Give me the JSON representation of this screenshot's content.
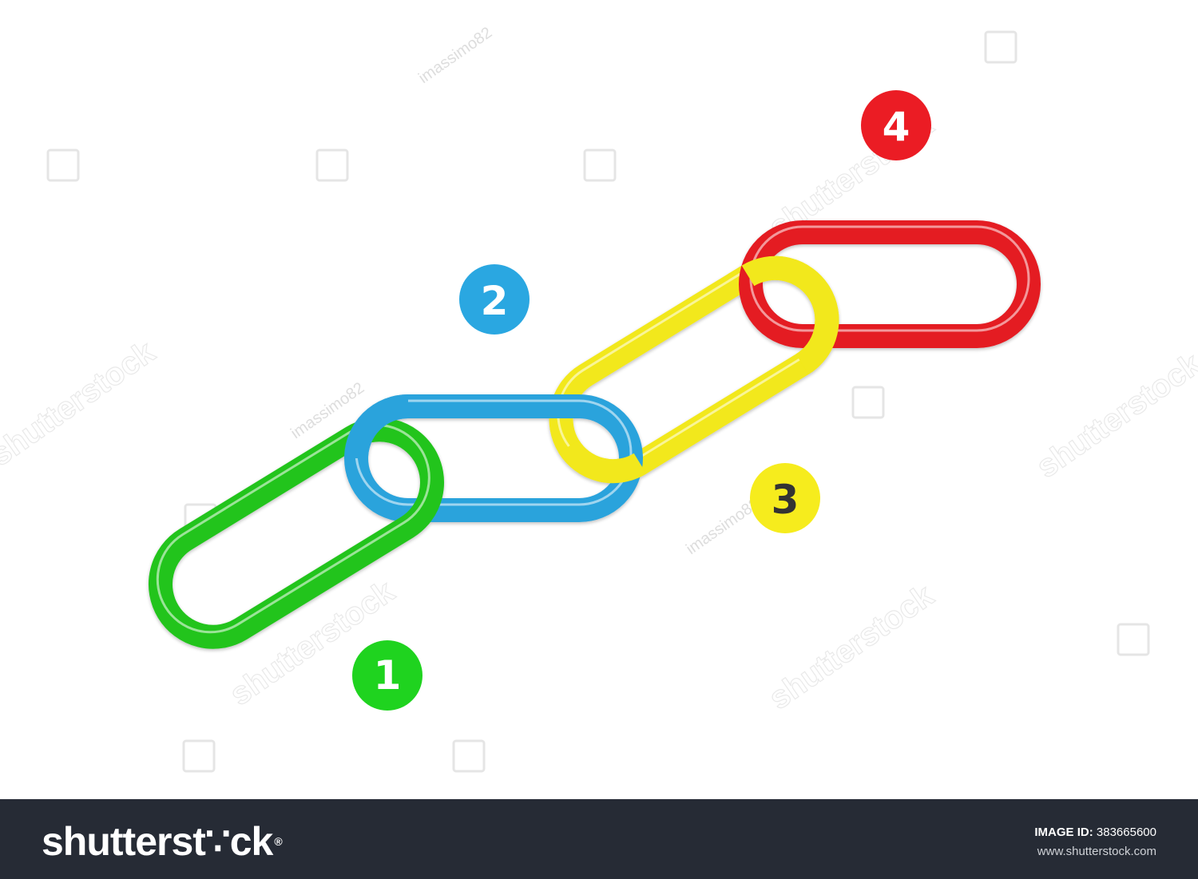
{
  "steps": [
    {
      "number": "1",
      "color": "#1fd31f",
      "text_color": "#ffffff"
    },
    {
      "number": "2",
      "color": "#2aa7e1",
      "text_color": "#ffffff"
    },
    {
      "number": "3",
      "color": "#f6ec1d",
      "text_color": "#333333"
    },
    {
      "number": "4",
      "color": "#eb1c24",
      "text_color": "#ffffff"
    }
  ],
  "link_colors": {
    "green": "#22c41c",
    "blue": "#2ba3dc",
    "yellow": "#f2e81a",
    "red": "#e41b22"
  },
  "watermark": {
    "brand": "shutterstock",
    "author": "imassimo82"
  },
  "footer": {
    "logo": "shutterst∵ck",
    "logo_mark": "®",
    "id_label": "IMAGE ID:",
    "id_value": "383665600",
    "site": "www.shutterstock.com",
    "background": "#262b35"
  }
}
